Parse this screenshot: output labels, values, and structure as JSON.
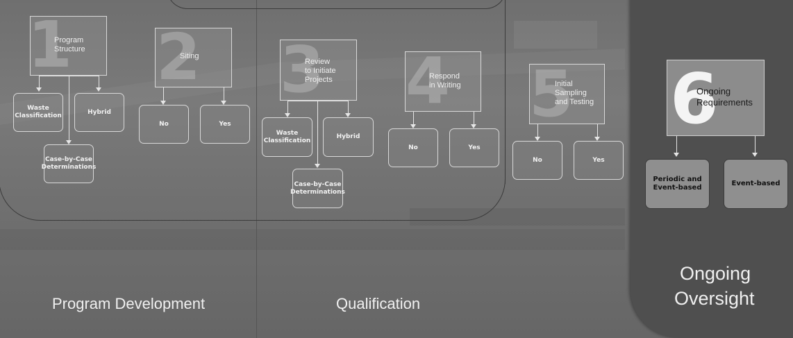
{
  "phases": {
    "program_development": "Program Development",
    "qualification": "Qualification",
    "ongoing_oversight_line1": "Ongoing",
    "ongoing_oversight_line2": "Oversight"
  },
  "steps": [
    {
      "number": "1",
      "label": "Program\nStructure",
      "options": [
        "Waste\nClassification",
        "Hybrid",
        "Case-by-Case\nDeterminations"
      ]
    },
    {
      "number": "2",
      "label": "Siting",
      "options": [
        "No",
        "Yes"
      ]
    },
    {
      "number": "3",
      "label": "Review\nto Initiate\nProjects",
      "options": [
        "Waste\nClassification",
        "Hybrid",
        "Case-by-Case\nDeterminations"
      ]
    },
    {
      "number": "4",
      "label": "Respond\nin Writing",
      "options": [
        "No",
        "Yes"
      ]
    },
    {
      "number": "5",
      "label": "Initial\nSampling\nand Testing",
      "options": [
        "No",
        "Yes"
      ]
    },
    {
      "number": "6",
      "label": "Ongoing\nRequirements",
      "options": [
        "Periodic and\nEvent-based",
        "Event-based"
      ]
    }
  ],
  "colors": {
    "background": "#707070",
    "oversight_panel": "#4f4f4f",
    "step6_box": "#8c8c8c"
  }
}
